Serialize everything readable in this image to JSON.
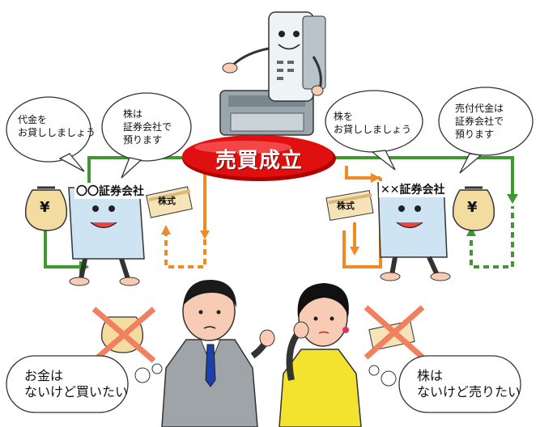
{
  "banner": {
    "text": "売買成立",
    "color": "#e01010"
  },
  "left_firm": {
    "prefix": "〇〇",
    "name": "証券会社",
    "bubble_money": "代金を\nお貸ししましょう",
    "bubble_stock": "株は\n証券会社で\n預ります"
  },
  "right_firm": {
    "prefix": "✕✕",
    "name": "証券会社",
    "bubble_stock": "株を\nお貸ししましょう",
    "bubble_money": "売付代金は\n証券会社で\n預ります"
  },
  "items": {
    "yen_symbol": "¥",
    "stock_label": "株式"
  },
  "buyer": {
    "speech": "お金は\nないけど買いたい"
  },
  "seller": {
    "speech": "株は\nないけど売りたい"
  },
  "colors": {
    "green_flow": "#3c9a2e",
    "orange_flow": "#f08a24",
    "cross": "#f08060",
    "yen_bag": "#f3dca0",
    "firm_doc": "#cfe4f2"
  }
}
